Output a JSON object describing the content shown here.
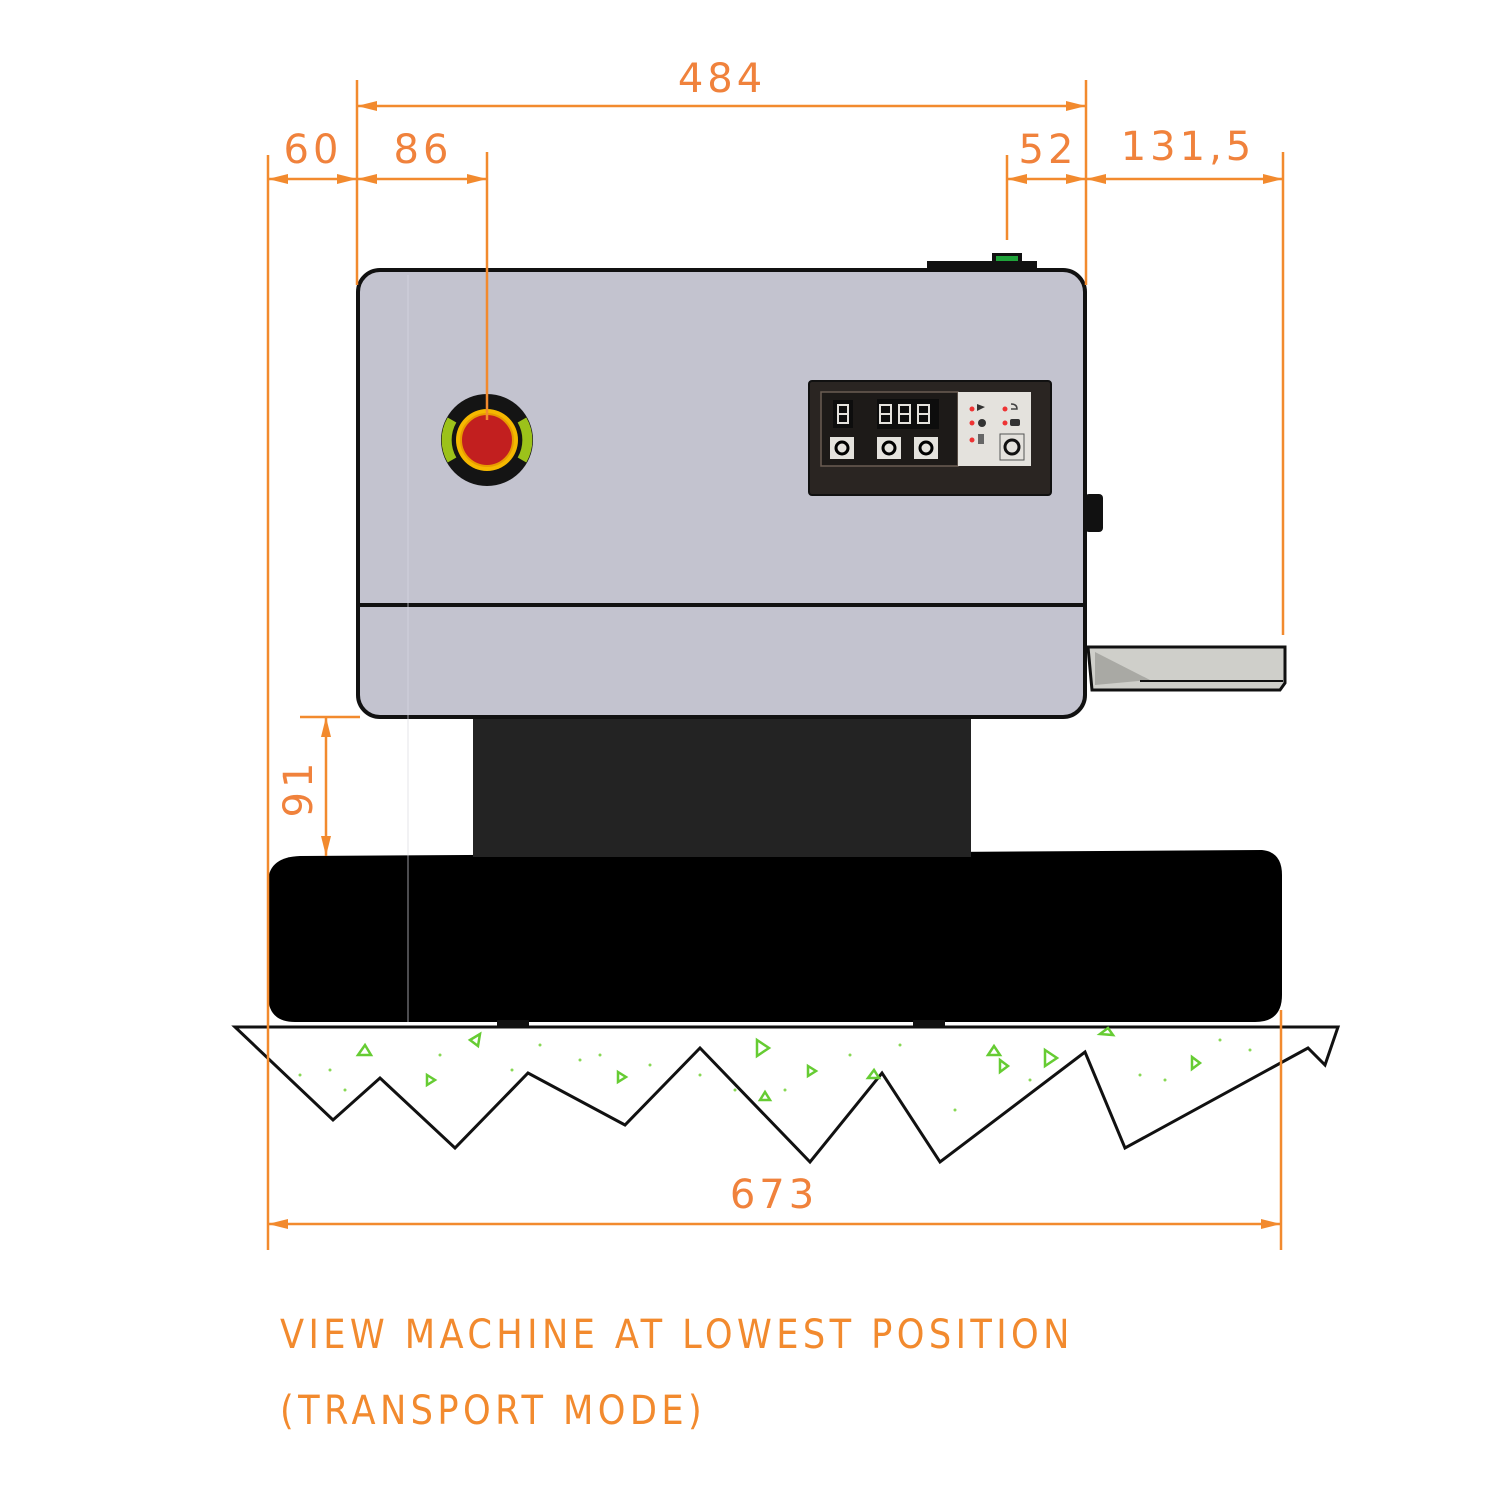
{
  "drawing": {
    "type": "technical-dimension-drawing",
    "subject": "machine side view",
    "colors": {
      "dimension": "#f28a2e",
      "housing": "#c3c3cf",
      "housing_outline": "#111111",
      "column": "#232323",
      "base": "#000000",
      "ground_hatch": "#66cc33",
      "estop_red": "#c21f1f",
      "estop_ring": "#f5b800",
      "estop_guard": "#9cc21a",
      "indicator_green": "#1fa33a",
      "panel": "#2a2522",
      "panel_label": "#e4e2dd",
      "handle": "#cfcfca"
    },
    "dimensions": {
      "overall_top": "484",
      "left_offset": "60",
      "estop_offset": "86",
      "right_inner": "52",
      "right_outer": "131,5",
      "vertical_gap": "91",
      "overall_bottom": "673"
    },
    "control_panel": {
      "displays": [
        "8",
        "888"
      ],
      "buttons": 3,
      "indicator_leds": 5
    },
    "caption": {
      "line1": "VIEW MACHINE AT LOWEST POSITION",
      "line2": "(TRANSPORT MODE)"
    }
  }
}
